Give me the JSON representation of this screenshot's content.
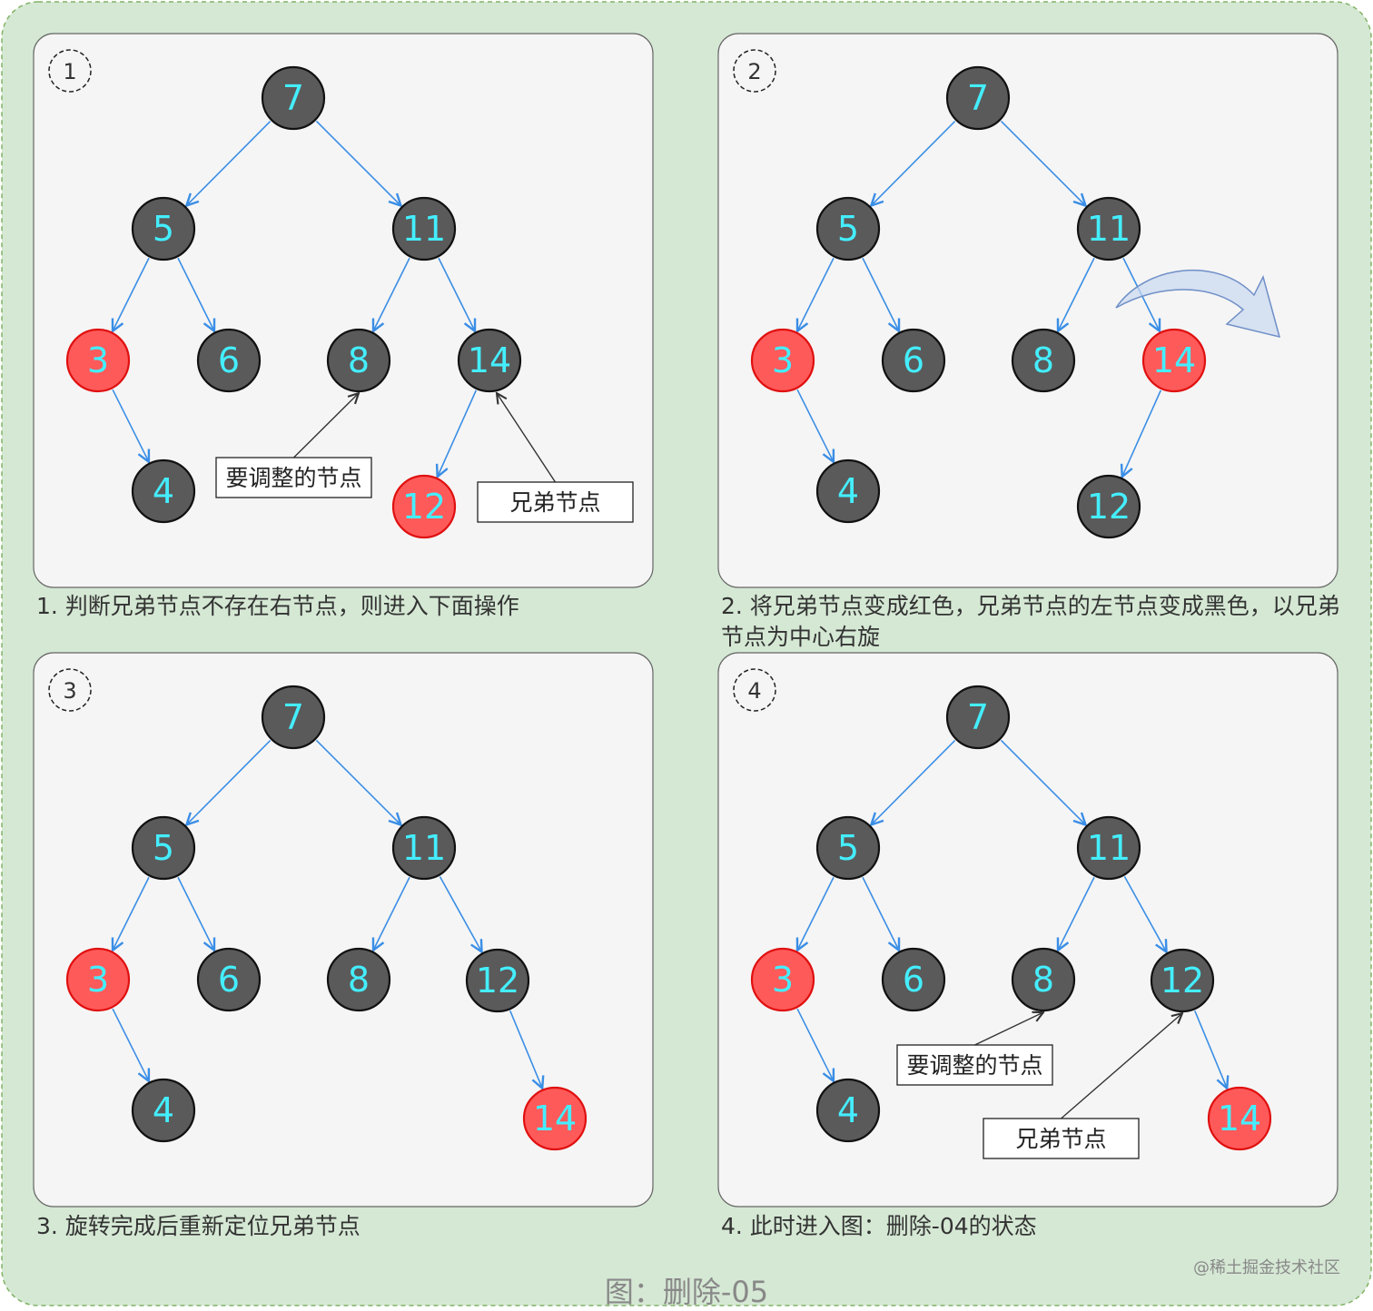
{
  "title": "图：删除-05",
  "watermark": "@稀土掘金技术社区",
  "colors": {
    "background": "#d5e8d4",
    "border": "#82b366",
    "panel": "#f5f5f5",
    "black_node": "#5a5a5a",
    "red_node": "#ff5a5a",
    "node_text": "#44eeff",
    "edge": "#3a8ee6"
  },
  "panels": [
    {
      "step": "1",
      "caption": "1. 判断兄弟节点不存在右节点，则进入下面操作",
      "nodes": [
        {
          "label": "7",
          "color": "black"
        },
        {
          "label": "5",
          "color": "black"
        },
        {
          "label": "11",
          "color": "black"
        },
        {
          "label": "3",
          "color": "red"
        },
        {
          "label": "6",
          "color": "black"
        },
        {
          "label": "8",
          "color": "black"
        },
        {
          "label": "14",
          "color": "black"
        },
        {
          "label": "4",
          "color": "black"
        },
        {
          "label": "12",
          "color": "red"
        }
      ],
      "edges": [
        [
          "7",
          "5"
        ],
        [
          "7",
          "11"
        ],
        [
          "5",
          "3"
        ],
        [
          "5",
          "6"
        ],
        [
          "11",
          "8"
        ],
        [
          "11",
          "14"
        ],
        [
          "3",
          "4"
        ],
        [
          "14",
          "12"
        ]
      ],
      "notes": [
        {
          "text": "要调整的节点",
          "target": "8"
        },
        {
          "text": "兄弟节点",
          "target": "14"
        }
      ],
      "rotation_arrow": false
    },
    {
      "step": "2",
      "caption": "2. 将兄弟节点变成红色，兄弟节点的左节点变成黑色，以兄弟节点为中心右旋",
      "nodes": [
        {
          "label": "7",
          "color": "black"
        },
        {
          "label": "5",
          "color": "black"
        },
        {
          "label": "11",
          "color": "black"
        },
        {
          "label": "3",
          "color": "red"
        },
        {
          "label": "6",
          "color": "black"
        },
        {
          "label": "8",
          "color": "black"
        },
        {
          "label": "14",
          "color": "red"
        },
        {
          "label": "4",
          "color": "black"
        },
        {
          "label": "12",
          "color": "black"
        }
      ],
      "edges": [
        [
          "7",
          "5"
        ],
        [
          "7",
          "11"
        ],
        [
          "5",
          "3"
        ],
        [
          "5",
          "6"
        ],
        [
          "11",
          "8"
        ],
        [
          "11",
          "14"
        ],
        [
          "3",
          "4"
        ],
        [
          "14",
          "12"
        ]
      ],
      "notes": [],
      "rotation_arrow": true
    },
    {
      "step": "3",
      "caption": "3. 旋转完成后重新定位兄弟节点",
      "nodes": [
        {
          "label": "7",
          "color": "black"
        },
        {
          "label": "5",
          "color": "black"
        },
        {
          "label": "11",
          "color": "black"
        },
        {
          "label": "3",
          "color": "red"
        },
        {
          "label": "6",
          "color": "black"
        },
        {
          "label": "8",
          "color": "black"
        },
        {
          "label": "12",
          "color": "black"
        },
        {
          "label": "4",
          "color": "black"
        },
        {
          "label": "14",
          "color": "red"
        }
      ],
      "edges": [
        [
          "7",
          "5"
        ],
        [
          "7",
          "11"
        ],
        [
          "5",
          "3"
        ],
        [
          "5",
          "6"
        ],
        [
          "11",
          "8"
        ],
        [
          "11",
          "12"
        ],
        [
          "3",
          "4"
        ],
        [
          "12",
          "14"
        ]
      ],
      "notes": [],
      "rotation_arrow": false
    },
    {
      "step": "4",
      "caption": "4. 此时进入图：删除-04的状态",
      "nodes": [
        {
          "label": "7",
          "color": "black"
        },
        {
          "label": "5",
          "color": "black"
        },
        {
          "label": "11",
          "color": "black"
        },
        {
          "label": "3",
          "color": "red"
        },
        {
          "label": "6",
          "color": "black"
        },
        {
          "label": "8",
          "color": "black"
        },
        {
          "label": "12",
          "color": "black"
        },
        {
          "label": "4",
          "color": "black"
        },
        {
          "label": "14",
          "color": "red"
        }
      ],
      "edges": [
        [
          "7",
          "5"
        ],
        [
          "7",
          "11"
        ],
        [
          "5",
          "3"
        ],
        [
          "5",
          "6"
        ],
        [
          "11",
          "8"
        ],
        [
          "11",
          "12"
        ],
        [
          "3",
          "4"
        ],
        [
          "12",
          "14"
        ]
      ],
      "notes": [
        {
          "text": "要调整的节点",
          "target": "8"
        },
        {
          "text": "兄弟节点",
          "target": "12"
        }
      ],
      "rotation_arrow": false
    }
  ]
}
